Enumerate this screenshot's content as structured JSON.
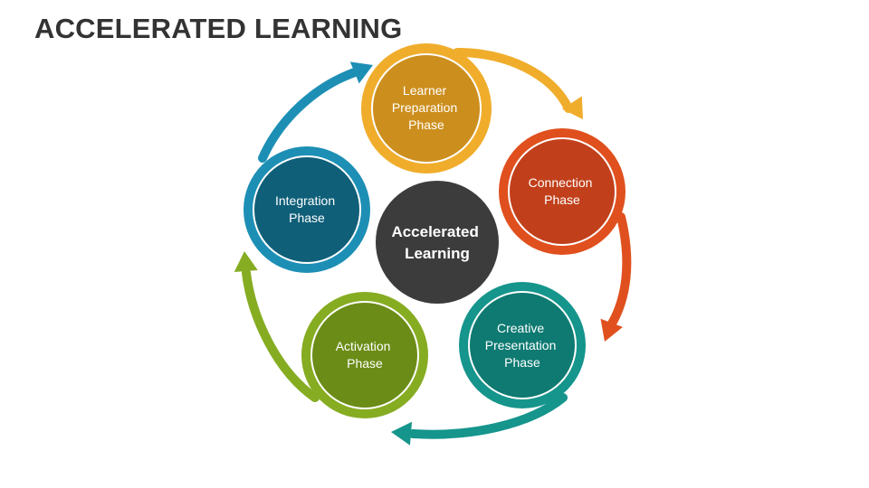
{
  "title": "ACCELERATED LEARNING",
  "center": {
    "lines": [
      "Accelerated",
      "Learning"
    ],
    "color": "#3c3c3c"
  },
  "phases": [
    {
      "lines": [
        "Learner",
        "Preparation",
        "Phase"
      ],
      "ring": "#f0ad2c",
      "fill": "#cc8f1e",
      "arrow": "#f0ad2c"
    },
    {
      "lines": [
        "Connection",
        "Phase"
      ],
      "ring": "#e0501e",
      "fill": "#c1401b",
      "arrow": "#e0501e"
    },
    {
      "lines": [
        "Creative",
        "Presentation",
        "Phase"
      ],
      "ring": "#15958c",
      "fill": "#0e7a72",
      "arrow": "#15958c"
    },
    {
      "lines": [
        "Activation",
        "Phase"
      ],
      "ring": "#86ac22",
      "fill": "#6b8c16",
      "arrow": "#86ac22"
    },
    {
      "lines": [
        "Integration",
        "Phase"
      ],
      "ring": "#1d8fb5",
      "fill": "#0f5f79",
      "arrow": "#1d8fb5"
    }
  ]
}
